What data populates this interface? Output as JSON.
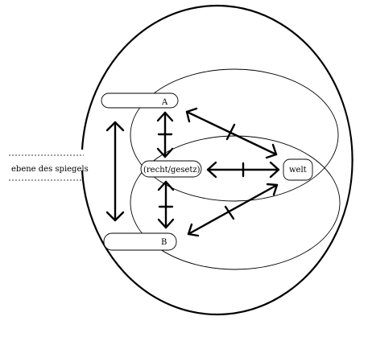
{
  "labels": {
    "a": "A",
    "b": "B",
    "center": "(recht/gesetz)",
    "welt": "welt",
    "mirror_plane": "ebene des spiegels"
  }
}
